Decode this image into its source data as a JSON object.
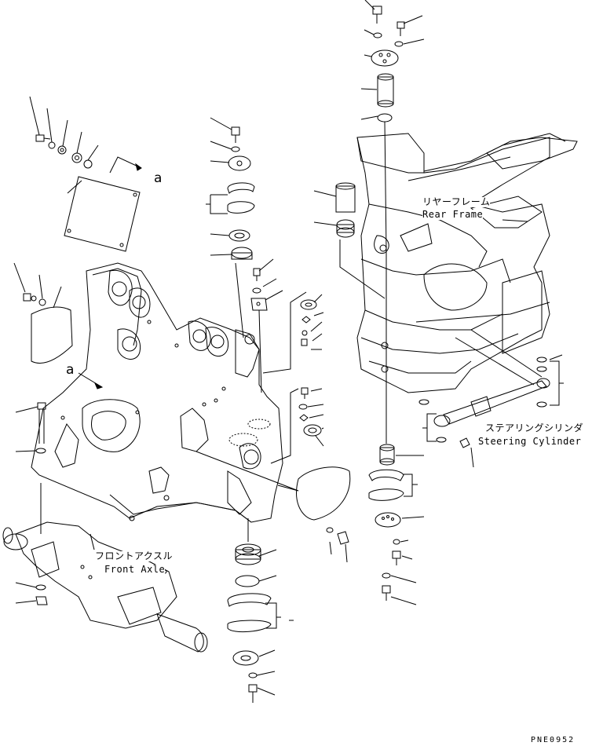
{
  "labels": {
    "rear_frame_jp": "リヤーフレーム",
    "rear_frame_en": "Rear Frame",
    "steering_cylinder_jp": "ステアリングシリンダ",
    "steering_cylinder_en": "Steering Cylinder",
    "front_axle_jp": "フロントアクスル",
    "front_axle_en": "Front Axle",
    "ref_a_top": "a",
    "ref_a_left": "a",
    "drawing_code": "PNE0952"
  },
  "colors": {
    "ink": "#000000",
    "paper": "#ffffff"
  }
}
